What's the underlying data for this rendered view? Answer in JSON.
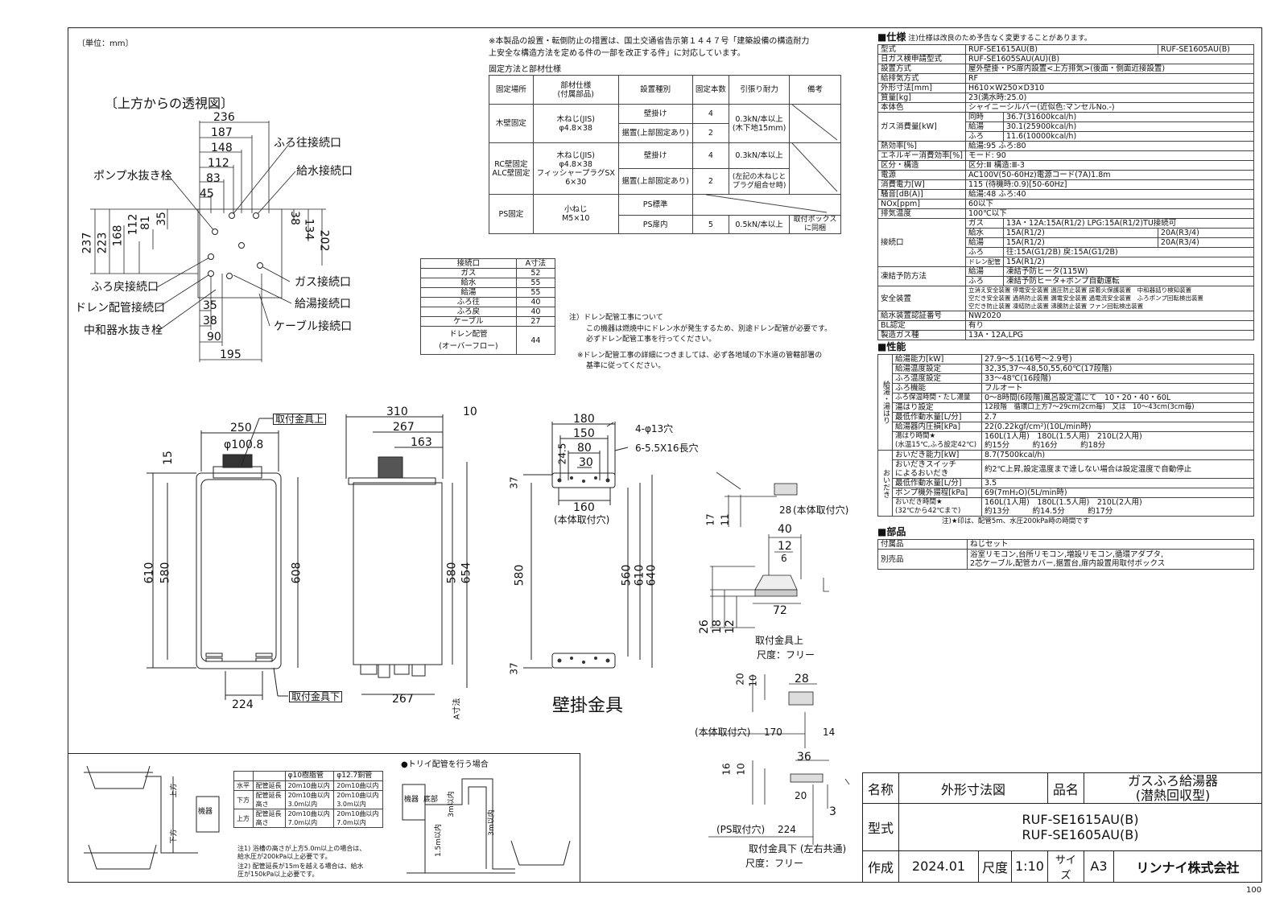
{
  "unit_note": "〔単位：mm〕",
  "top_view_label": "〔上方からの透視図〕",
  "top_dims": [
    "236",
    "187",
    "148",
    "112",
    "83",
    "45"
  ],
  "top_vert_dims": [
    "237",
    "223",
    "168",
    "112",
    "81",
    "35",
    "38",
    "134",
    "202"
  ],
  "top_bottom_dims": [
    "35",
    "38",
    "90",
    "195"
  ],
  "left_labels": [
    "ポンプ水抜き栓",
    "ふろ戻接続口",
    "ドレン配管接続口",
    "中和器水抜き栓"
  ],
  "right_labels": [
    "ふろ往接続口",
    "給水接続口",
    "ガス接続口",
    "給湯接続口",
    "ケーブル接続口"
  ],
  "install_note": "※本製品の設置・転倒防止の措置は、国土交通省告示第１４４７号「建築設備の構造耐力上安全な構造方法を定める件の一部を改正する件」に対応しています。",
  "fix_title": "固定方法と部材仕様",
  "fix_table": {
    "headers": [
      "固定場所",
      "部材仕様\n(付属部品)",
      "設置種別",
      "固定本数",
      "引張り耐力",
      "備考"
    ],
    "rows": [
      [
        "木壁固定",
        "木ねじ(JIS)\nφ4.8×38",
        "壁掛け",
        "4",
        "0.3kN/本以上\n(木下地15mm)",
        ""
      ],
      [
        "",
        "",
        "据置(上部固定あり)",
        "2",
        "",
        ""
      ],
      [
        "RC壁固定\nALC壁固定",
        "木ねじ(JIS)\nφ4.8×38\nフィッシャープラグSX\n6×30",
        "壁掛け",
        "4",
        "0.3kN/本以上",
        ""
      ],
      [
        "",
        "",
        "据置(上部固定あり)",
        "2",
        "(左記の木ねじと\nプラグ組合せ時)",
        ""
      ],
      [
        "PS固定",
        "小ねじ\nM5×10",
        "PS標準",
        "",
        "",
        ""
      ],
      [
        "",
        "",
        "PS扉内",
        "5",
        "0.5kN/本以上",
        "取付ボックス\nに同梱"
      ]
    ]
  },
  "conn_table": {
    "headers": [
      "接続口",
      "A寸法"
    ],
    "rows": [
      [
        "ガス",
        "52"
      ],
      [
        "給水",
        "55"
      ],
      [
        "給湯",
        "55"
      ],
      [
        "ふろ往",
        "40"
      ],
      [
        "ふろ戻",
        "40"
      ],
      [
        "ケーブル",
        "27"
      ],
      [
        "ドレン配管\n(オーバーフロー)",
        "44"
      ]
    ]
  },
  "drain_note": [
    "注）ドレン配管工事について",
    "この機器は燃焼中にドレン水が発生するため、別途ドレン配管が必要です。",
    "必ずドレン配管工事を行ってください。",
    "※ドレン配管工事の詳細につきましては、必ず各地域の下水道の管轄部署の",
    "基準に従ってください。"
  ],
  "front_view": {
    "dims": [
      "250",
      "φ100.8",
      "15",
      "610",
      "580",
      "608",
      "224"
    ],
    "labels": [
      "取付金具上",
      "取付金具下"
    ]
  },
  "side_view": {
    "dims": [
      "310",
      "10",
      "267",
      "163",
      "580",
      "654",
      "267",
      "A寸法"
    ]
  },
  "bracket": {
    "dims": [
      "180",
      "150",
      "80",
      "30",
      "24.5",
      "37",
      "160",
      "580",
      "560",
      "610",
      "640",
      "37"
    ],
    "labels": [
      "4-φ13穴",
      "6-5.5X16長穴",
      "(本体取付穴)"
    ],
    "title": "壁掛金具"
  },
  "upper_bracket": {
    "dims": [
      "28",
      "17",
      "11",
      "40",
      "12",
      "6",
      "72",
      "26",
      "18",
      "12"
    ],
    "labels": [
      "(本体取付穴)",
      "取付金具上",
      "尺度：フリー"
    ]
  },
  "lower_bracket": {
    "dims": [
      "20",
      "10",
      "28",
      "170",
      "14",
      "36",
      "16",
      "10",
      "20",
      "3",
      "224"
    ],
    "labels": [
      "(本体取付穴)",
      "(PS取付穴)",
      "取付金具下 (左右共通)",
      "尺度：フリー"
    ]
  },
  "piping": {
    "headers": [
      "",
      "",
      "φ10樹脂管",
      "φ12.7銅管"
    ],
    "rows": [
      [
        "水平",
        "配管延長",
        "20m10曲以内",
        "20m10曲以内"
      ],
      [
        "下方",
        "配管延長\n高さ",
        "20m10曲以内\n3.0m以内",
        "20m10曲以内\n3.0m以内"
      ],
      [
        "上方",
        "配管延長\n高さ",
        "20m10曲以内\n7.0m以内",
        "20m10曲以内\n7.0m以内"
      ]
    ],
    "notes": [
      "注1) 浴槽の高さが上方5.0m以上の場合は、給水圧が200kPa以上必要です。",
      "注2) 配管延長が15mを越える場合は、給水圧が150kPa以上必要です。"
    ],
    "trap_title": "●トリイ配管を行う場合",
    "labels": [
      "機器",
      "上方",
      "下方",
      "底部",
      "1.5m以内",
      "3m以内",
      "3m以内"
    ]
  },
  "spec": {
    "title": "■仕様",
    "note": "注)仕様は改良のため予告なく変更することがあります。",
    "rows": [
      [
        "型式",
        "RUF-SE1615AU(B)",
        "RUF-SE1605AU(B)"
      ],
      [
        "日ガス検申請型式",
        "RUF-SE1605SAU(AU)(B)",
        ""
      ],
      [
        "設置方式",
        "屋外壁掛・PS扉内設置<上方排気>(後面・側面近接設置)",
        ""
      ],
      [
        "給排気方式",
        "RF",
        ""
      ],
      [
        "外形寸法[mm]",
        "H610×W250×D310",
        ""
      ],
      [
        "質量[kg]",
        "23(満水時:25.0)",
        ""
      ],
      [
        "本体色",
        "シャイニーシルバー(近似色:マンセルNo.-)",
        ""
      ]
    ],
    "gas_label": "ガス消費量[kW]",
    "gas_rows": [
      [
        "同時",
        "36.7(31600kcal/h)"
      ],
      [
        "給湯",
        "30.1(25900kcal/h)"
      ],
      [
        "ふろ",
        "11.6(10000kcal/h)"
      ]
    ],
    "rows2": [
      [
        "熱効率[%]",
        "給湯:95 ふろ:80"
      ],
      [
        "エネルギー消費効率[%]",
        "モード: 90"
      ],
      [
        "区分・構造",
        "区分:Ⅲ 構造:Ⅲ-3"
      ],
      [
        "電源",
        "AC100V(50-60Hz)電源コード(7A)1.8m"
      ],
      [
        "消費電力[W]",
        "115 (待機時:0.9)[50-60Hz]"
      ],
      [
        "騒音[dB(A)]",
        "給湯:48 ふろ:40"
      ],
      [
        "NOx[ppm]",
        "60以下"
      ],
      [
        "排気温度",
        "100℃以下"
      ]
    ],
    "conn_label": "接続口",
    "conn_rows": [
      [
        "ガス",
        "13A・12A:15A(R1/2) LPG:15A(R1/2)TU接続可",
        ""
      ],
      [
        "給水",
        "15A(R1/2)",
        "20A(R3/4)"
      ],
      [
        "給湯",
        "15A(R1/2)",
        "20A(R3/4)"
      ],
      [
        "ふろ",
        "往:15A(G1/2B) 戻:15A(G1/2B)",
        ""
      ],
      [
        "ドレン配管",
        "15A(R1/2)",
        ""
      ]
    ],
    "freeze_label": "凍結予防方法",
    "freeze_rows": [
      [
        "給湯",
        "凍結予防ヒータ(115W)"
      ],
      [
        "ふろ",
        "凍結予防ヒータ+ポンプ自動運転"
      ]
    ],
    "safety_label": "安全装置",
    "safety_rows": [
      "立消え安全装置 停電安全装置 過圧防止装置 誤着火保護装置　中和器詰り検知装置",
      "空だき安全装置 過熱防止装置 漏電安全装置 過電流安全装置　ふろポンプ回転検出装置",
      "空だき防止装置 凍結防止装置 沸騰防止装置 ファン回転検出装置"
    ],
    "rows3": [
      [
        "給水装置認証番号",
        "NW2020"
      ],
      [
        "BL認定",
        "有り"
      ],
      [
        "製造ガス種",
        "13A・12A,LPG"
      ]
    ],
    "perf_title": "■性能",
    "perf_side1": "給湯・湯はり",
    "perf_rows1": [
      [
        "給湯能力[kW]",
        "27.9〜5.1(16号〜2.9号)"
      ],
      [
        "給湯温度設定",
        "32,35,37〜48,50,55,60℃(17段階)"
      ],
      [
        "ふろ温度設定",
        "33〜48℃(16段階)"
      ],
      [
        "ふろ機能",
        "フルオート"
      ],
      [
        "ふろ保温時間・たし湯量",
        "0〜8時間(6段階)風呂設定温にて　10・20・40・60L"
      ],
      [
        "湯はり設定",
        "12段階　循環口上方7〜29cm(2cm毎)　又は　10〜43cm(3cm毎)"
      ],
      [
        "最低作動水量[L/分]",
        "2.7"
      ],
      [
        "給湯器内圧損[kPa]",
        "22(0.22kgf/cm²)(10L/min時)"
      ],
      [
        "湯はり時間★\n(水温15℃,ふろ設定42℃)",
        "160L(1人用)　180L(1.5人用)　210L(2人用)\n約15分　　　約16分　　　約18分"
      ]
    ],
    "perf_side2": "おいだき",
    "perf_rows2": [
      [
        "おいだき能力[kW]",
        "8.7(7500kcal/h)"
      ],
      [
        "おいだきスイッチ\nによるおいだき",
        "約2℃上昇,設定温度まで達しない場合は設定温度で自動停止"
      ],
      [
        "最低作動水量[L/分]",
        "3.5"
      ],
      [
        "ポンプ機外揚程[kPa]",
        "69(7mH₂O)(5L/min時)"
      ],
      [
        "おいだき時間★\n(32℃から42℃まで)",
        "160L(1人用)　180L(1.5人用)　210L(2人用)\n約13分　　　約14.5分　　　約17分"
      ]
    ],
    "perf_note": "注)★印は、配管5m、水圧200kPa時の時間です",
    "parts_title": "■部品",
    "parts_rows": [
      [
        "付属品",
        "ねじセット"
      ],
      [
        "別売品",
        "浴室リモコン,台所リモコン,増設リモコン,循環アダプタ,\n2芯ケーブル,配管カバー,据置台,扉内設置用取付ボックス"
      ]
    ]
  },
  "title_block": {
    "name_label": "名称",
    "name": "外形寸法図",
    "product_label": "品名",
    "product": "ガスふろ給湯器\n(潜熱回収型)",
    "model_label": "型式",
    "models": [
      "RUF-SE1615AU(B)",
      "RUF-SE1605AU(B)"
    ],
    "made_label": "作成",
    "date": "2024.01",
    "scale_label": "尺度",
    "scale": "1:10",
    "size_label": "サイズ",
    "size": "A3",
    "company": "リンナイ株式会社"
  },
  "page_num": "100"
}
